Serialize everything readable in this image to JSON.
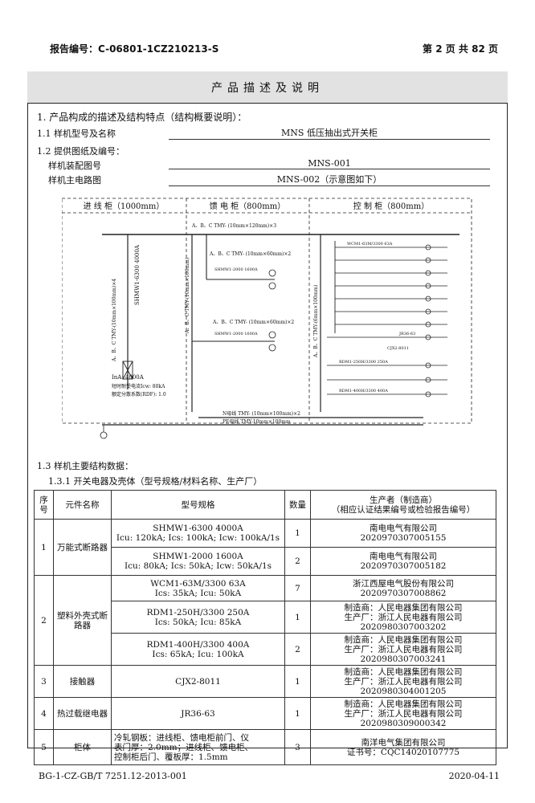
{
  "header": {
    "report_no": "报告编号：C-06801-1CZ210213-S",
    "page": "第 2 页    共 82 页"
  },
  "title": "产品描述及说明",
  "sec1": "1.  产品构成的描述及结构特点（结构概要说明）：",
  "s11": {
    "label": "1.1 样机型号及名称",
    "value": "MNS 低压抽出式开关柜"
  },
  "s12": {
    "label": "1.2  提供图纸及编号："
  },
  "drawing_assembly": {
    "label": "样机装配图号",
    "value": "MNS-001"
  },
  "drawing_circuit": {
    "label": "样机主电路图",
    "value": "MNS-002（示意图如下）"
  },
  "diagram": {
    "cab1": "进 线 柜（1000mm）",
    "cab2": "馈 电 柜（800mm）",
    "cab3": "控 制 柜（800mm）",
    "bus_top": "A、B、C TMY- (10mm×120mm)×3",
    "bus_feed": "A、B、C TMY- (10mm×60mm)×2",
    "bus_feed2": "A、B、C TMY- (10mm×60mm)×2",
    "vbus_in": "A、B、C TMY-(10mm×100mm)×4",
    "vbus_feed": "A、B、C TMY-(10mm×100mm)",
    "vbus_ctrl": "A、B、C TMY-(6mm×100mm)",
    "breaker_in": "SHMW1-6300  4000A",
    "breaker_f1": "SHMW1-2000  1600A",
    "breaker_f2": "SHMW1-2000  1600A",
    "in_rating": "InA: 4000A",
    "note1": "短时耐受电流Icw: 80kA",
    "note2": "额定分散系数(RDF): 1.0",
    "wcm": "WCM1-63M/3300  63A",
    "cjx": "CJX2-8011",
    "jr": "JR36-63",
    "rdm250": "RDM1-250H/3300  250A",
    "rdm400": "RDM1-400H/3300  400A",
    "n_bus": "N母线  TMY- (10mm×100mm)×2",
    "pe_bus": "PE母线  TMY-10mm×100mm"
  },
  "s13": "1.3 样机主要结构数据：",
  "s131": "1.3.1  开关电器及壳体（型号规格/材料名称、生产厂）",
  "table": {
    "headers": {
      "no": "序号",
      "name": "元件名称",
      "spec": "型号规格",
      "qty": "数量",
      "maker1": "生产者（制造商）",
      "maker2": "（相应认证结果编号或检验报告编号）"
    },
    "r1": {
      "no": "1",
      "name": "万能式断路器",
      "a_spec1": "SHMW1-6300    4000A",
      "a_spec2": "Icu: 120kA; Ics: 100kA; Icw: 100kA/1s",
      "a_qty": "1",
      "a_m1": "南电电气有限公司",
      "a_m2": "2020970307005155",
      "b_spec1": "SHMW1-2000    1600A",
      "b_spec2": "Icu:  80kA; Ics:  50kA; Icw:  50kA/1s",
      "b_qty": "2",
      "b_m1": "南电电气有限公司",
      "b_m2": "2020970307005182"
    },
    "r2": {
      "no": "2",
      "name": "塑料外壳式断路器",
      "a_spec1": "WCM1-63M/3300    63A",
      "a_spec2": "Ics:  35kA; Icu:  50kA",
      "a_qty": "7",
      "a_m1": "浙江西屋电气股份有限公司",
      "a_m2": "2020970307008862",
      "b_spec1": "RDM1-250H/3300    250A",
      "b_spec2": "Ics:  50kA; Icu:  85kA",
      "b_qty": "1",
      "b_m1": "制造商：人民电器集团有限公司",
      "b_m2": "生产厂：浙江人民电器有限公司",
      "b_m3": "2020980307003202",
      "c_spec1": "RDM1-400H/3300    400A",
      "c_spec2": "Ics:  65kA; Icu:  100kA",
      "c_qty": "2",
      "c_m1": "制造商：人民电器集团有限公司",
      "c_m2": "生产厂：浙江人民电器有限公司",
      "c_m3": "2020980307003241"
    },
    "r3": {
      "no": "3",
      "name": "接触器",
      "spec": "CJX2-8011",
      "qty": "1",
      "m1": "制造商：人民电器集团有限公司",
      "m2": "生产厂：浙江人民电器有限公司",
      "m3": "2020980304001205"
    },
    "r4": {
      "no": "4",
      "name": "热过载继电器",
      "spec": "JR36-63",
      "qty": "1",
      "m1": "制造商：人民电器集团有限公司",
      "m2": "生产厂：浙江人民电器有限公司",
      "m3": "2020980309000342"
    },
    "r5": {
      "no": "5",
      "name": "柜体",
      "spec1": "冷轧钢板：进线柜、馈电柜前门、仪",
      "spec2": "表门厚：2.0mm；进线柜、馈电柜、",
      "spec3": "控制柜后门、覆板厚：1.5mm",
      "qty": "3",
      "m1": "南洋电气集团有限公司",
      "m2": "证书号：CQC14020107775"
    }
  },
  "footer": {
    "left": "BG-1-CZ-GB/T 7251.12-2013-001",
    "right": "2020-04-11"
  }
}
